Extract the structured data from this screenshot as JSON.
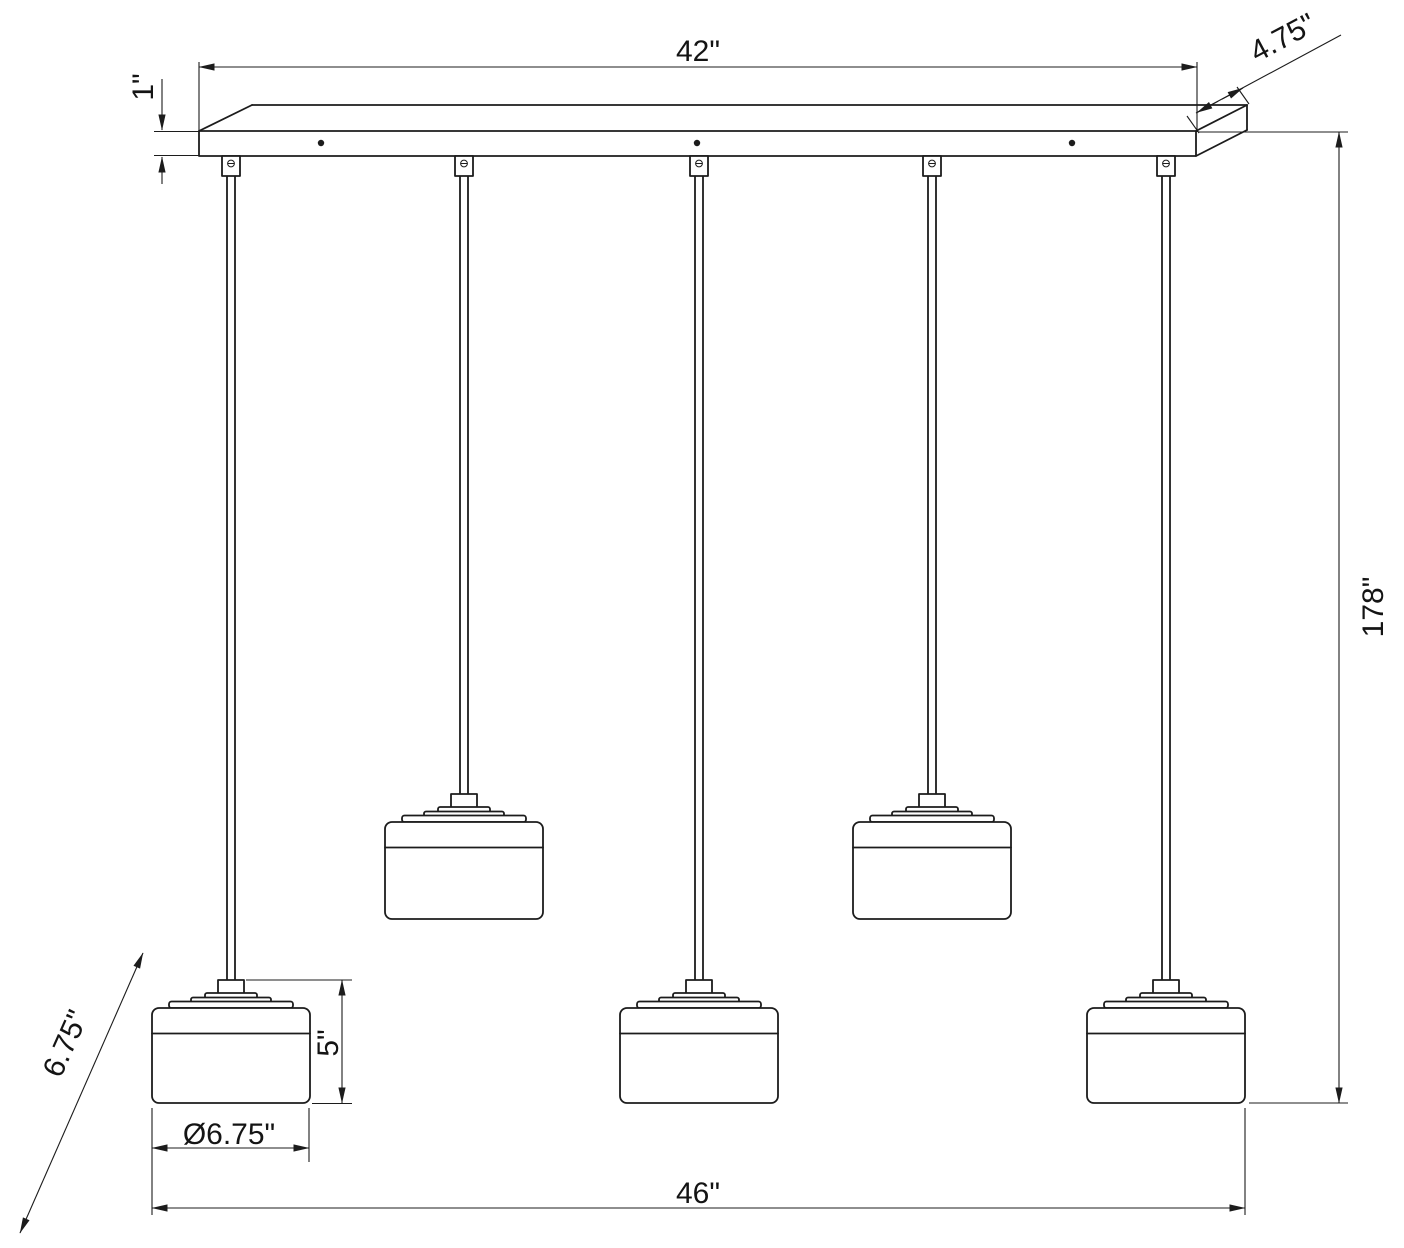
{
  "drawing": {
    "background": "#ffffff",
    "line_color": "#1c1c1c",
    "dimensions": {
      "bar_length": "42\"",
      "bar_depth": "4.75\"",
      "bar_thickness": "1\"",
      "overall_drop": "178\"",
      "shade_depth": "6.75\"",
      "shade_height": "5\"",
      "shade_diameter": "Ø6.75\"",
      "overall_length": "46\""
    }
  }
}
